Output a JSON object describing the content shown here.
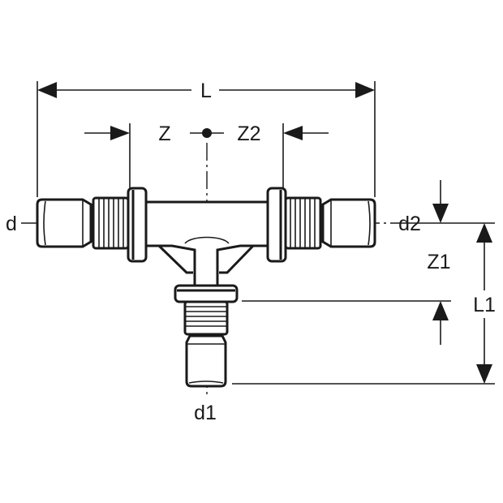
{
  "diagram": {
    "labels": {
      "L": "L",
      "Z": "Z",
      "Z2": "Z2",
      "d": "d",
      "d2": "d2",
      "Z1": "Z1",
      "L1": "L1",
      "d1": "d1"
    },
    "colors": {
      "line": "#1a1a1a",
      "background": "#ffffff"
    }
  }
}
